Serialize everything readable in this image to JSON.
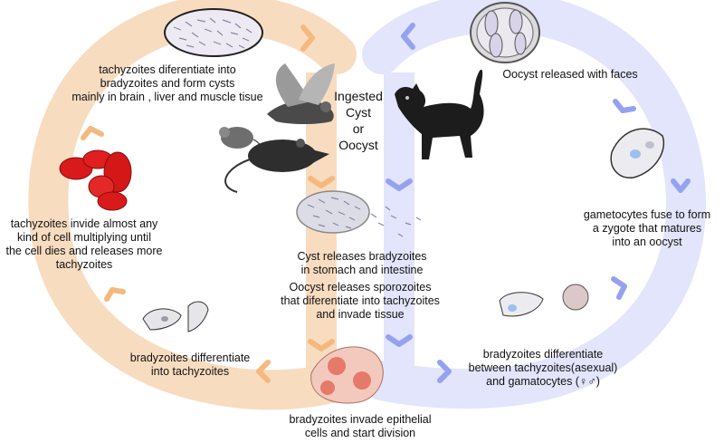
{
  "labels": {
    "tachy_to_brady": "tachyzoites diferentiate into\nbradyzoites and form cysts\nmainly in brain , liver and muscle tisue",
    "tachy_invade": "tachyzoites invide almost any\nkind of cell multiplying until\nthe cell dies and releases more\ntachyzoites",
    "brady_to_tachy": "bradyzoites differentiate\ninto tachyzoites",
    "brady_invade": "bradyzoites invade epithelial\ncells and start division",
    "ingested": "Ingested\nCyst\nor\nOocyst",
    "cyst_releases": "Cyst releases bradyzoites\nin stomach and intestine",
    "oocyst_releases": "Oocyst releases sporozoites\nthat diferentiate into tachyzoites\nand invade tissue",
    "oocyst_faces": "Oocyst released with faces",
    "gametocytes_fuse": "gametocytes fuse to form\na zygote that matures\ninto an oocyst",
    "brady_between": "bradyzoites differentiate\nbetween tachyzoites(asexual)\nand gamatocytes (♀♂)"
  },
  "colors": {
    "host_cycle": "#f8dcc0",
    "host_arrow": "#f5b87e",
    "cat_cycle": "#e2e5fb",
    "cat_arrow": "#95a2ef"
  },
  "icons": [
    "cyst-icon",
    "oocyst-icon",
    "bird-icon",
    "mouse-icon",
    "rat-icon",
    "cat-icon",
    "red-blood-cells-icon",
    "parasite-cell-icon",
    "epithelial-cells-icon",
    "zygote-icon"
  ]
}
